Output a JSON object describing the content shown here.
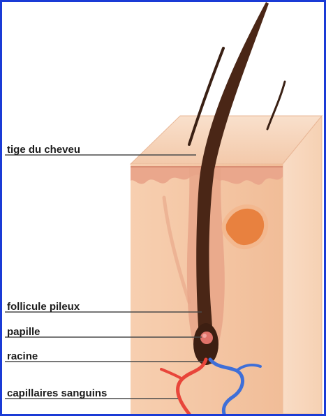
{
  "labels": {
    "tige": "tige du cheveu",
    "follicule": "follicule pileux",
    "papille": "papille",
    "racine": "racine",
    "capillaires": "capillaires sanguins"
  },
  "colors": {
    "frame_border": "#1a3bd6",
    "skin_front": "#f3c6a4",
    "skin_top": "#f7d6bb",
    "skin_side": "#f5cfb1",
    "epidermis": "#eaa78c",
    "hair": "#4a2616",
    "gland": "#e8813f",
    "papilla": "#e0736a",
    "artery": "#e8453a",
    "vein": "#3f6fd8",
    "leader_line": "#4a4a4a"
  }
}
